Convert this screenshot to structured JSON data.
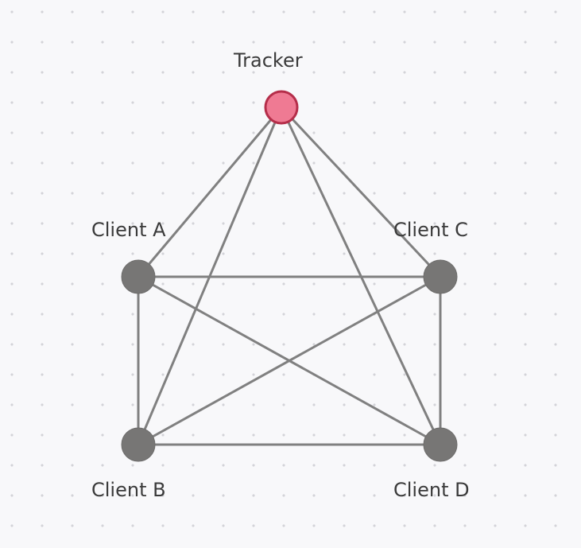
{
  "diagram": {
    "nodes": {
      "tracker": {
        "label": "Tracker",
        "kind": "tracker"
      },
      "client_a": {
        "label": "Client A",
        "kind": "client"
      },
      "client_b": {
        "label": "Client B",
        "kind": "client"
      },
      "client_c": {
        "label": "Client C",
        "kind": "client"
      },
      "client_d": {
        "label": "Client D",
        "kind": "client"
      }
    },
    "edges": [
      [
        "tracker",
        "client_a"
      ],
      [
        "tracker",
        "client_b"
      ],
      [
        "tracker",
        "client_c"
      ],
      [
        "tracker",
        "client_d"
      ],
      [
        "client_a",
        "client_b"
      ],
      [
        "client_a",
        "client_c"
      ],
      [
        "client_a",
        "client_d"
      ],
      [
        "client_b",
        "client_c"
      ],
      [
        "client_b",
        "client_d"
      ],
      [
        "client_c",
        "client_d"
      ]
    ],
    "colors": {
      "edge": "#808080",
      "client_fill": "#777675",
      "tracker_fill": "#ef7a93",
      "tracker_stroke": "#b52e4a",
      "background": "#f8f8fa"
    }
  }
}
